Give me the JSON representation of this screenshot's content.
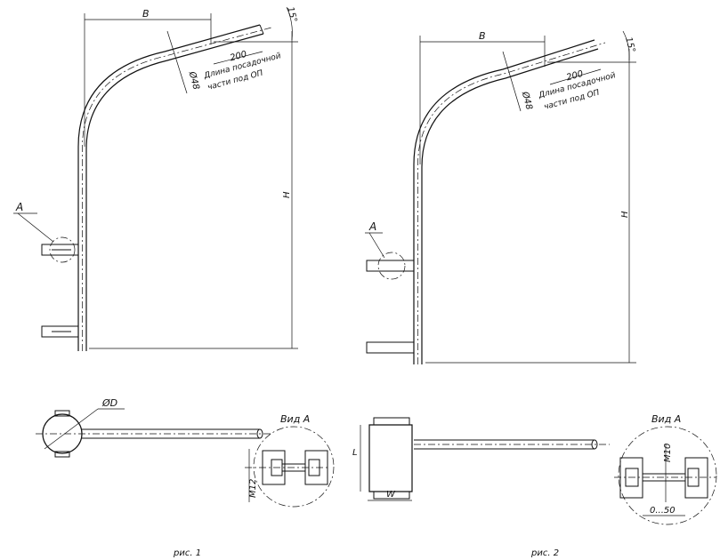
{
  "figure1": {
    "caption": "рис. 1",
    "dim_b": "B",
    "dim_h": "H",
    "angle": "15°",
    "tube_diameter": "Ø48",
    "length_200": "200",
    "fit_length_line1": "Длина посадочной",
    "fit_length_line2": "части под ОП",
    "callout_a": "A",
    "pole_diameter": "ØD",
    "view_label": "Вид A",
    "bolt": "M12"
  },
  "figure2": {
    "caption": "рис. 2",
    "dim_b": "B",
    "dim_h": "H",
    "angle": "15°",
    "tube_diameter": "Ø48",
    "length_200": "200",
    "fit_length_line1": "Длина посадочной",
    "fit_length_line2": "части под ОП",
    "callout_a": "A",
    "dim_l": "L",
    "dim_w": "W",
    "view_label": "Вид A",
    "bolt": "M10",
    "range": "0...50"
  }
}
